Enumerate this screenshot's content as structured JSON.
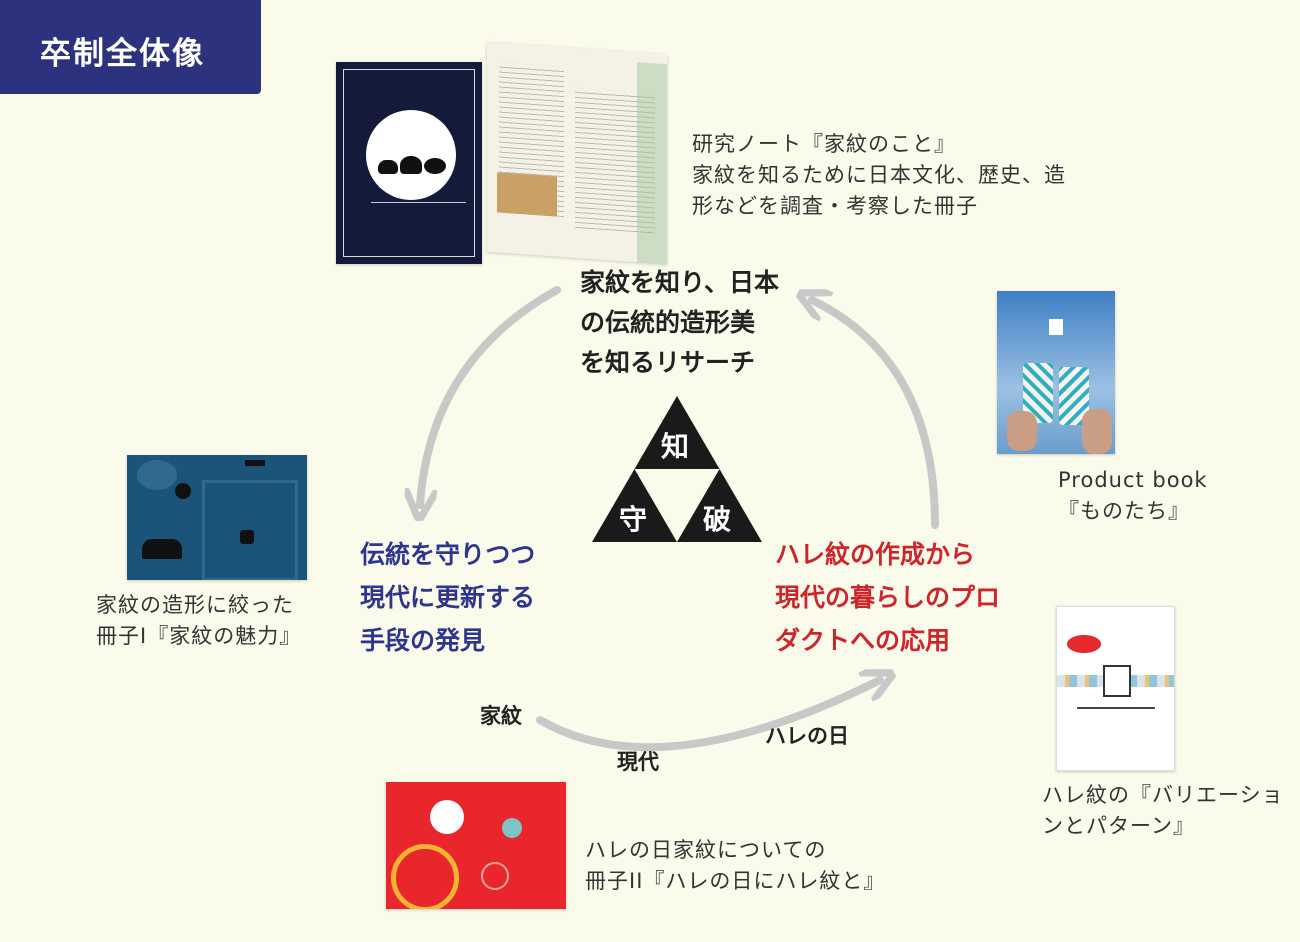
{
  "title": "卒制全体像",
  "center": {
    "top": "知",
    "left": "守",
    "right": "破"
  },
  "phases": {
    "research": "家紋を知り、日本\nの伝統的造形美\nを知るリサーチ",
    "discovery": "伝統を守りつつ\n現代に更新する\n手段の発見",
    "application": "ハレ紋の作成から\n現代の暮らしのプロ\nダクトへの応用"
  },
  "arc_labels": {
    "kamon": "家紋",
    "gendai": "現代",
    "hare": "ハレの日"
  },
  "captions": {
    "research_note": "研究ノート『家紋のこと』\n家紋を知るために日本文化、歴史、造\n形などを調査・考察した冊子",
    "booklet1": "家紋の造形に絞った\n冊子I『家紋の魅力』",
    "booklet2": "ハレの日家紋についての\n冊子II『ハレの日にハレ紋と』",
    "product_book": "Product book\n『ものたち』",
    "variation": "ハレ紋の『バリエーショ\nンとパターン』"
  },
  "colors": {
    "title_bg": "#2d327f",
    "blue_text": "#2d3591",
    "red_text": "#d0242b",
    "arrow": "#c8c8c8",
    "background": "#fbfbec"
  }
}
